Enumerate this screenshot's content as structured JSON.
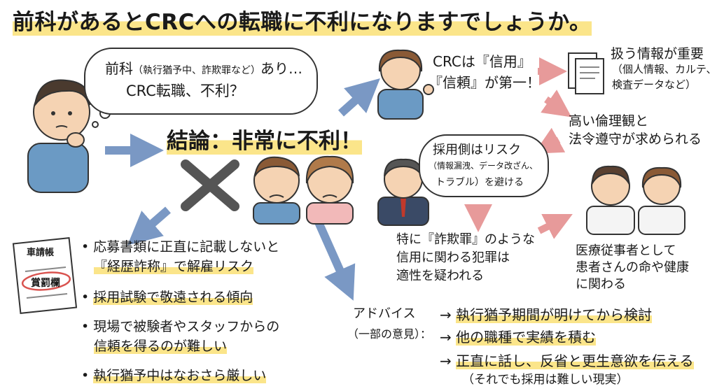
{
  "title": "前科があるとCRCへの転職に不利になりますでしょうか。",
  "thought_bubble": {
    "line1": "前科",
    "line1_paren": "（執行猶予中、詐欺罪など）",
    "line1_tail": "あり…",
    "line2": "CRC転職、不利？"
  },
  "conclusion": "結論：非常に不利！",
  "crc_trust": {
    "line1": "CRCは『信用』",
    "line2": "『信頼』が第一！"
  },
  "info": {
    "line1": "扱う情報が重要",
    "line2": "（個人情報、カルテ、",
    "line3": "検査データなど）"
  },
  "ethics": {
    "line1": "高い倫理観と",
    "line2": "法令遵守が求められる"
  },
  "employer_bubble": {
    "line1": "採用側はリスク",
    "line2": "（情報漏洩、データ改ざん、",
    "line3": "トラブル）を避ける"
  },
  "fraud": {
    "line1": "特に『詐欺罪』のような",
    "line2": "信用に関わる犯罪は",
    "line3": "適性を疑われる"
  },
  "medical": {
    "line1": "医療従事者として",
    "line2": "患者さんの命や健康",
    "line3": "に関わる"
  },
  "document": {
    "header": "車請帳",
    "field": "賞罰欄"
  },
  "bullets": [
    {
      "line1": "応募書類に正直に記載しないと",
      "line2": "『経歴詐称』で解雇リスク"
    },
    {
      "line1": "採用試験で敬遠される傾向",
      "line2": ""
    },
    {
      "line1": "現場で被験者やスタッフからの",
      "line2": "信頼を得るのが難しい"
    },
    {
      "line1": "執行猶予中はなおさら厳しい",
      "line2": ""
    }
  ],
  "advice": {
    "label": "アドバイス",
    "sub": "（一部の意見）：",
    "items": [
      "執行猶予期間が明けてから検討",
      "他の職種で実績を積む",
      "正直に話し、反省と更生意欲を伝える"
    ],
    "note": "（それでも採用は難しい現実）"
  },
  "colors": {
    "highlight": "#fbe58a",
    "arrow_blue": "#7a98c4",
    "arrow_pink": "#e79a9a",
    "cross": "#555555"
  }
}
